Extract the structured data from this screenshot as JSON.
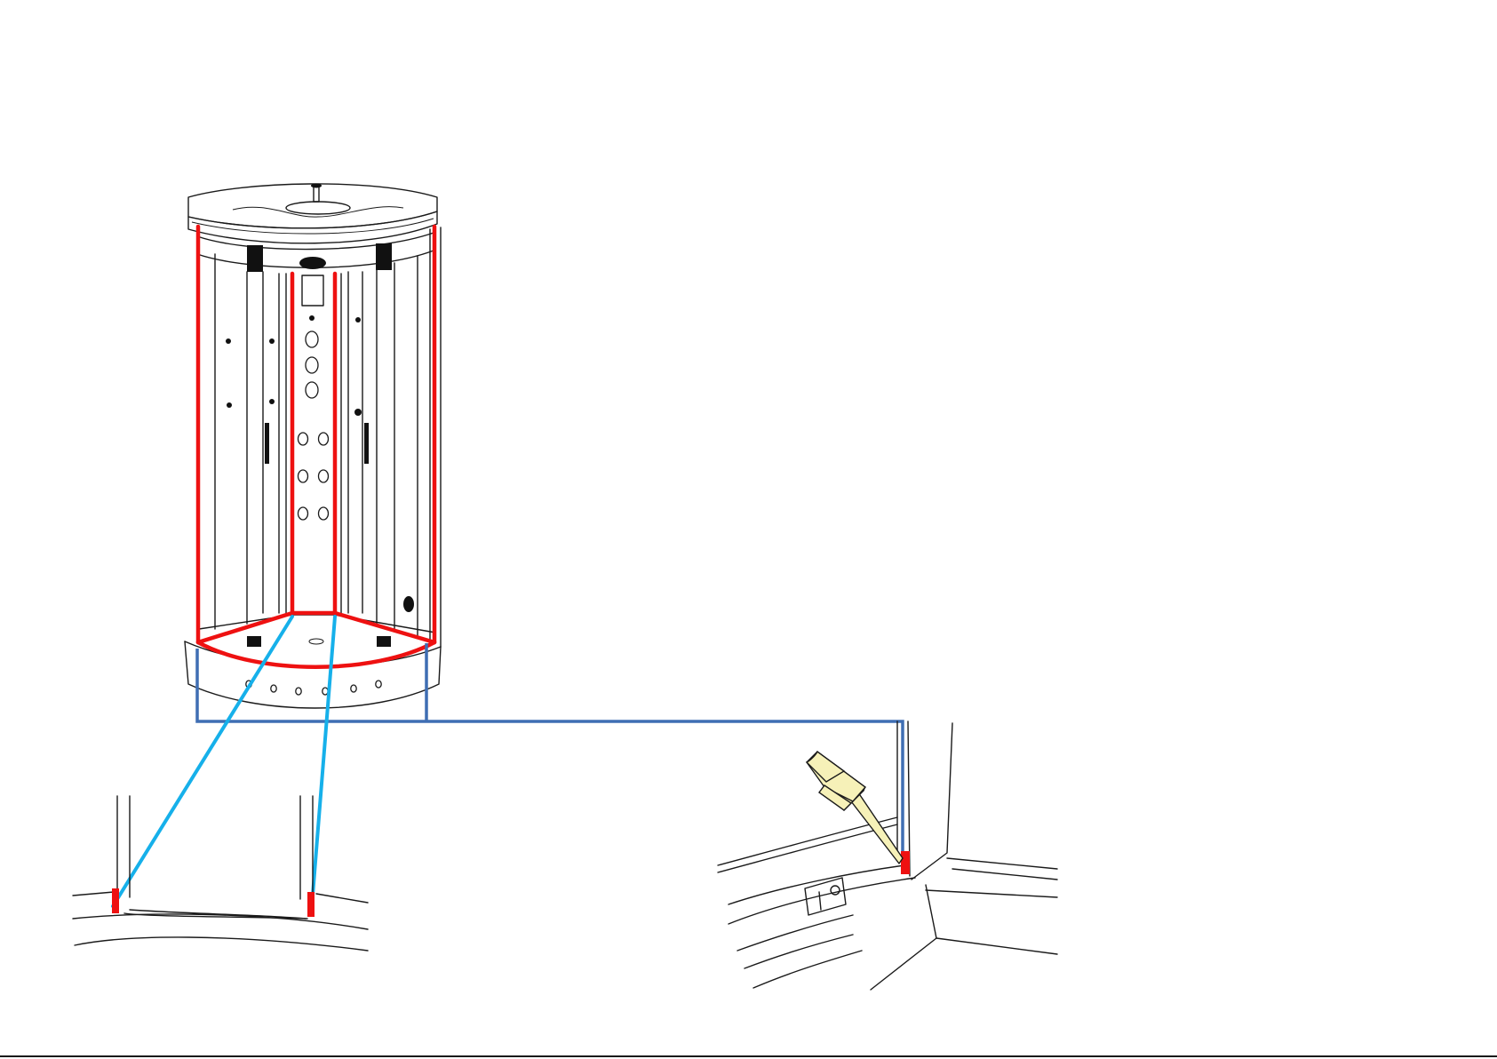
{
  "figure": {
    "colors": {
      "seal_highlight": "#ee1111",
      "outer_connector": "#3f6eb3",
      "inner_connector": "#16b0ea",
      "sealant_tube": "#f6f1b8",
      "line_art": "#1a1a1a"
    },
    "parts": [
      "shower-cabin",
      "sealed-seams",
      "inner-corner-detail",
      "outer-corner-detail",
      "sealant-tube"
    ]
  }
}
